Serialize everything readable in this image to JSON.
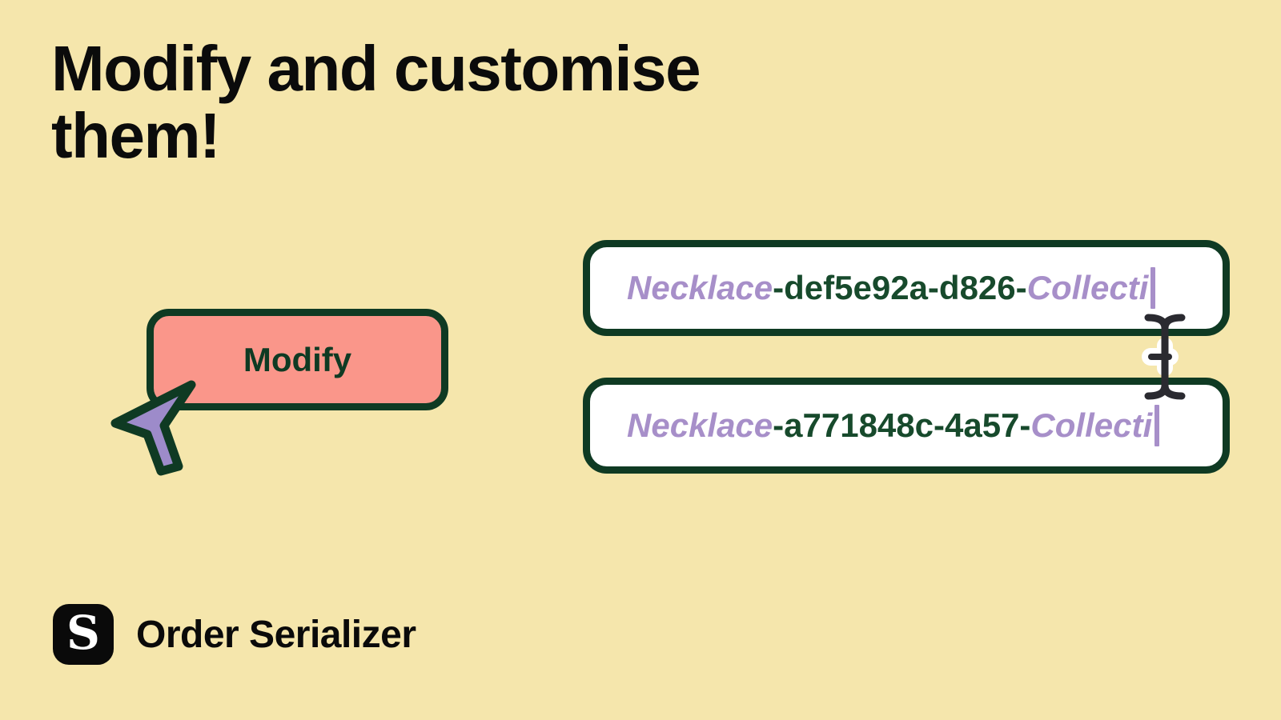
{
  "page": {
    "background_color": "#F5E6AC",
    "accent_green": "#0F3A23",
    "accent_salmon": "#FA968A",
    "accent_purple": "#A78FC9"
  },
  "heading": {
    "text": "Modify and customise them!"
  },
  "modify_button": {
    "label": "Modify",
    "fill_color": "#FA968A",
    "border_color": "#0F3A23",
    "text_color": "#0F3A23"
  },
  "serial_fields": [
    {
      "prefix": "Necklace",
      "serial": "-def5e92a-d826-",
      "suffix": "Collecti"
    },
    {
      "prefix": "Necklace",
      "serial": "-a771848c-4a57-",
      "suffix": "Collecti"
    }
  ],
  "serial_text_colors": {
    "product_purple": "#A78FC9",
    "serial_green": "#174A2C"
  },
  "icons": {
    "pointer": "cursor-arrow-icon",
    "caret": "text-cursor-icon",
    "caret_color": "#2A2A30",
    "pointer_fill": "#9D8BCA"
  },
  "brand": {
    "logo_letter": "S",
    "name": "Order Serializer"
  }
}
